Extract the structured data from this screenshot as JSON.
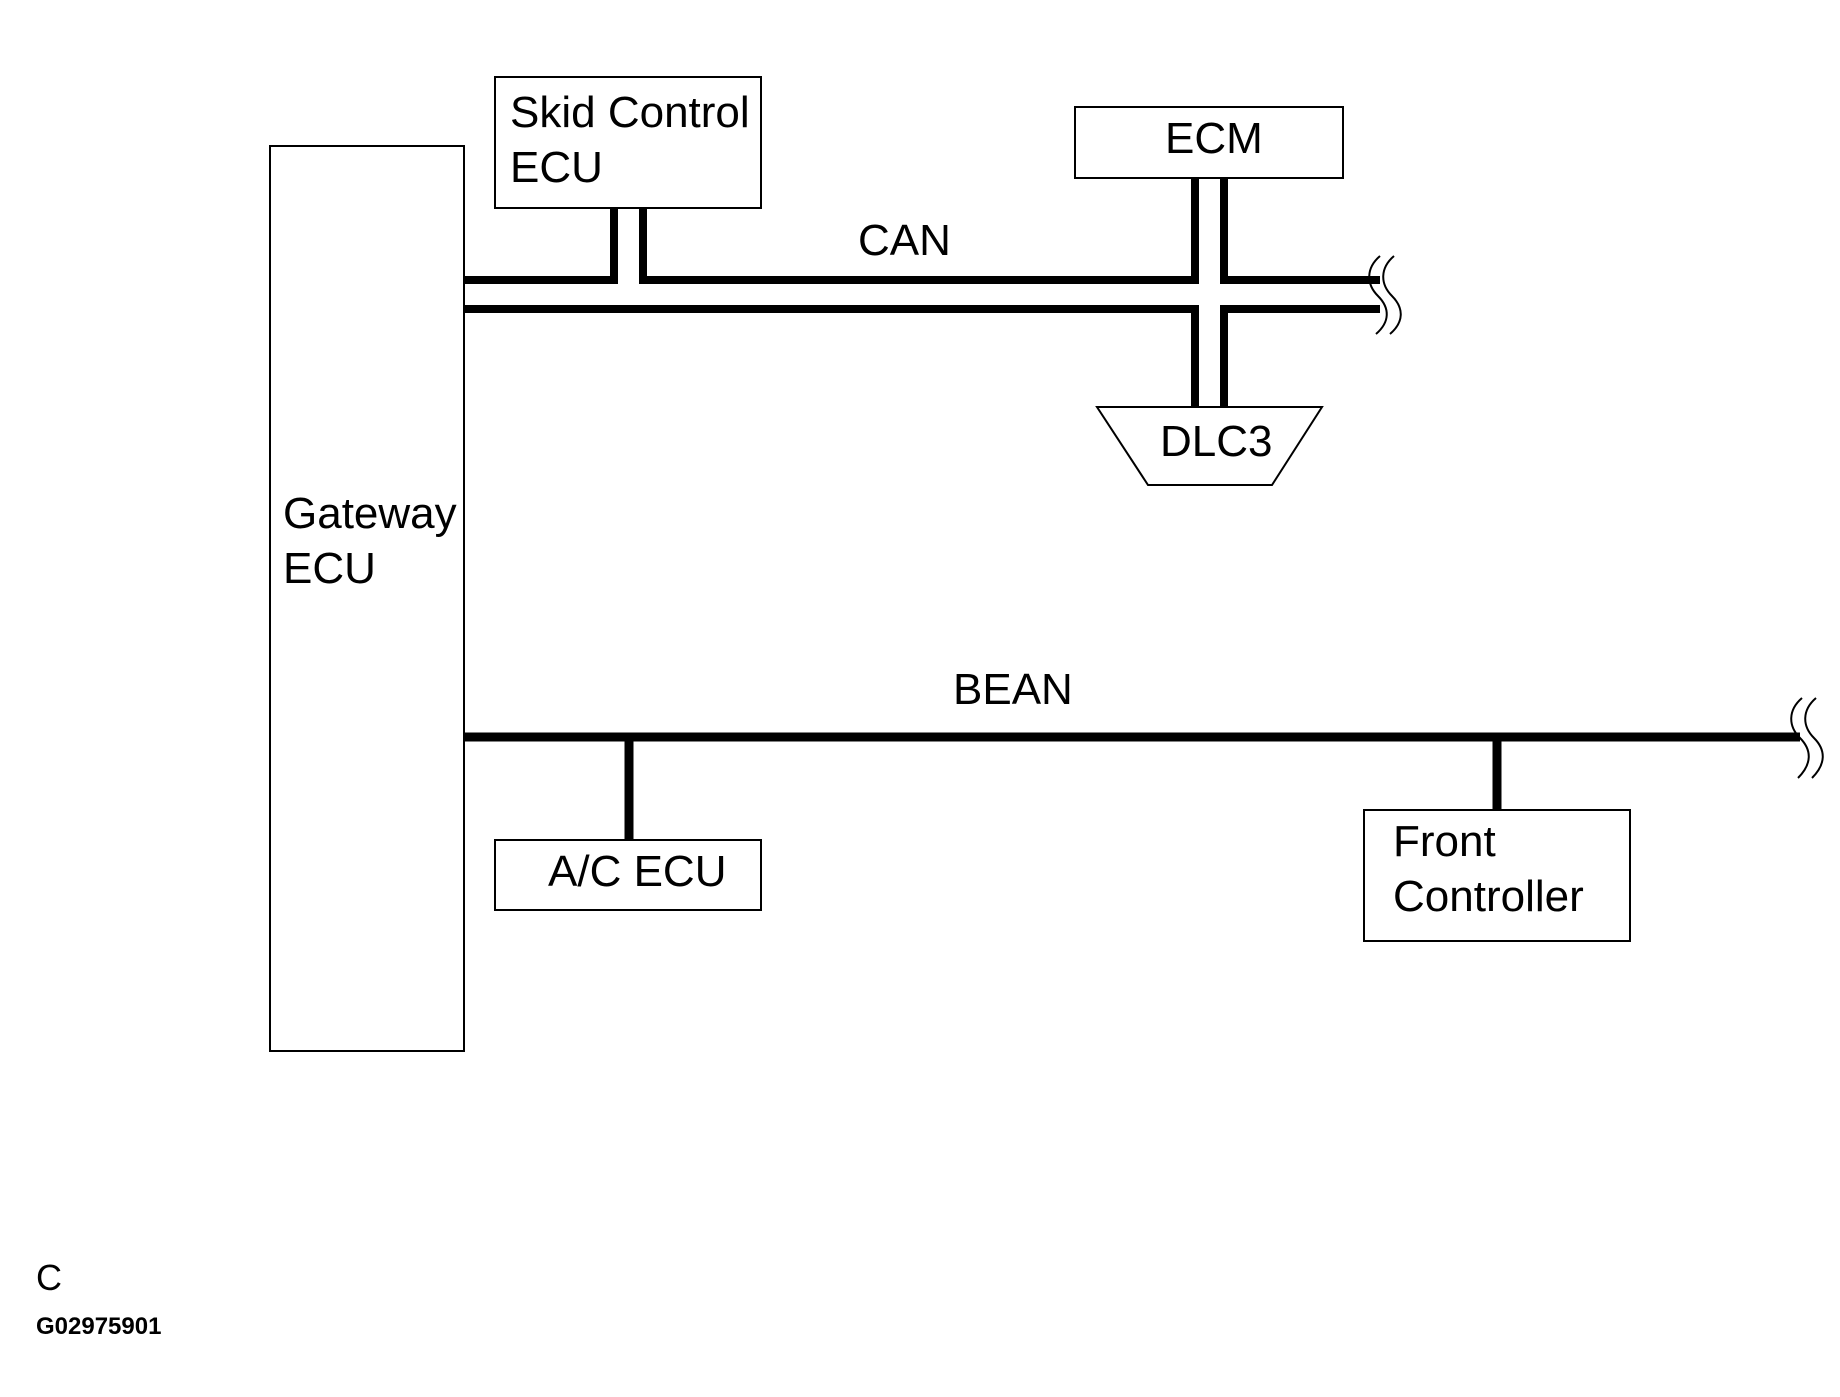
{
  "diagram": {
    "nodes": {
      "gateway_ecu": [
        "Gateway",
        "ECU"
      ],
      "skid_control_ecu": [
        "Skid Control",
        "ECU"
      ],
      "ecm": "ECM",
      "dlc3": "DLC3",
      "ac_ecu": "A/C ECU",
      "front_controller": [
        "Front",
        "Controller"
      ]
    },
    "buses": {
      "can": "CAN",
      "bean": "BEAN"
    },
    "footer": {
      "letter": "C",
      "figure_code": "G02975901"
    }
  }
}
